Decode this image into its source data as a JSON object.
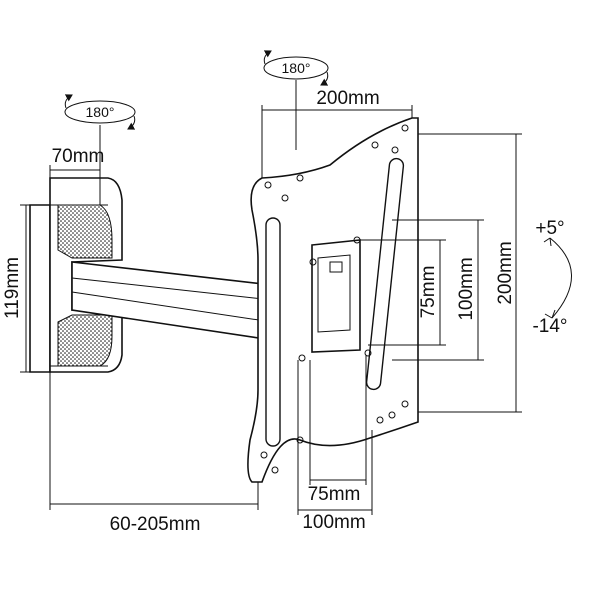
{
  "labels": {
    "wall_rotation": "180°",
    "plate_rotation": "180°",
    "wall_width": "70mm",
    "wall_height": "119mm",
    "plate_width": "200mm",
    "plate_height": "200mm",
    "inner_height_75": "75mm",
    "inner_height_100": "100mm",
    "inner_width_75": "75mm",
    "inner_width_100": "100mm",
    "extension": "60-205mm",
    "tilt_up": "+5°",
    "tilt_down": "-14°"
  }
}
